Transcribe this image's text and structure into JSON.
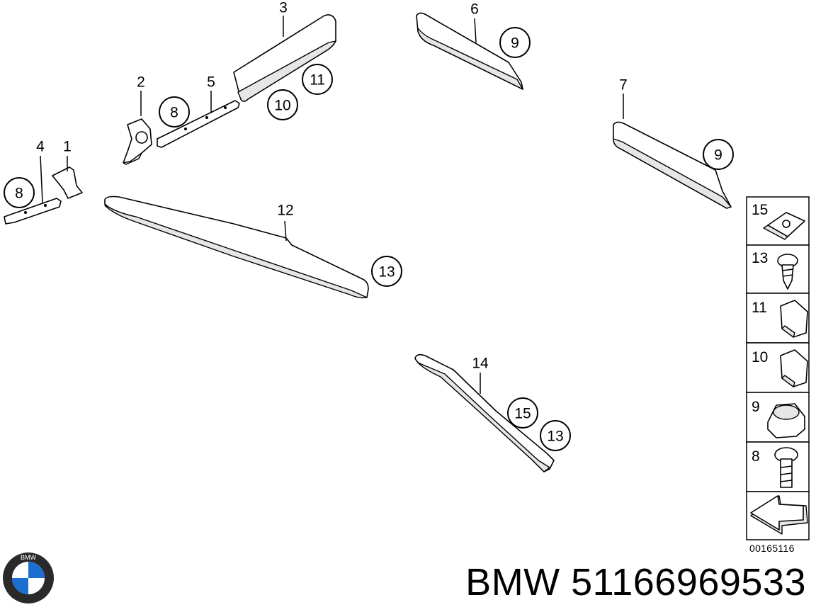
{
  "diagram": {
    "part_labels": [
      {
        "number": "1"
      },
      {
        "number": "2"
      },
      {
        "number": "3"
      },
      {
        "number": "4"
      },
      {
        "number": "5"
      },
      {
        "number": "6"
      },
      {
        "number": "7"
      },
      {
        "number": "12"
      },
      {
        "number": "14"
      }
    ],
    "circled_labels": [
      {
        "number": "8"
      },
      {
        "number": "8"
      },
      {
        "number": "9"
      },
      {
        "number": "9"
      },
      {
        "number": "10"
      },
      {
        "number": "11"
      },
      {
        "number": "13"
      },
      {
        "number": "13"
      },
      {
        "number": "15"
      }
    ],
    "legend": [
      {
        "number": "15",
        "icon": "clip-nut-icon"
      },
      {
        "number": "13",
        "icon": "screw-icon"
      },
      {
        "number": "11",
        "icon": "clip-icon"
      },
      {
        "number": "10",
        "icon": "clip-icon"
      },
      {
        "number": "9",
        "icon": "hex-nut-icon"
      },
      {
        "number": "8",
        "icon": "bolt-icon"
      },
      {
        "number": "",
        "icon": "arrow-icon"
      }
    ],
    "doc_number": "00165116"
  },
  "footer": {
    "brand_logo_letters": "BMW",
    "title": "BMW 51166969533"
  }
}
